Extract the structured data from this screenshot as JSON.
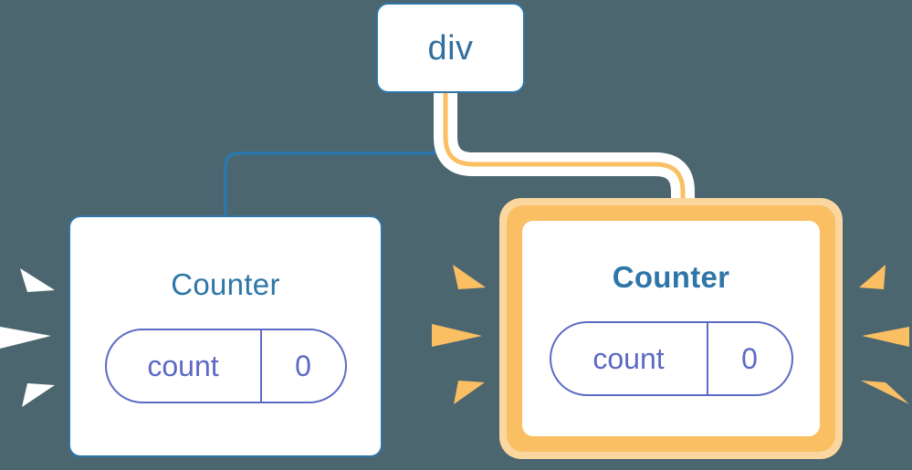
{
  "diagram": {
    "background_color": "#4c6670",
    "title_text": "",
    "nodes": {
      "root": {
        "label": "div",
        "border_color": "#2e76a8",
        "text_color": "#33709f",
        "highlighted": false
      },
      "left_counter": {
        "label": "Counter",
        "border_color": "#2e76a8",
        "text_color": "#2e76a8",
        "highlighted": false,
        "prop": {
          "key": "count",
          "value": "0",
          "color": "#5c6ac4"
        },
        "sparkle_color": "#ffffff"
      },
      "right_counter": {
        "label": "Counter",
        "border_color": "#fabf63",
        "ring_outer_color": "#fbd79f",
        "ring_inner_color": "#fabf63",
        "text_color": "#2e76a8",
        "highlighted": true,
        "prop": {
          "key": "count",
          "value": "0",
          "color": "#5c6ac4"
        },
        "sparkle_color": "#fabf63"
      }
    },
    "edges": {
      "root_to_left": {
        "color": "#2e76a8",
        "highlighted": false
      },
      "root_to_right": {
        "color": "#fabf63",
        "halo_color": "#ffffff",
        "highlighted": true
      }
    }
  }
}
